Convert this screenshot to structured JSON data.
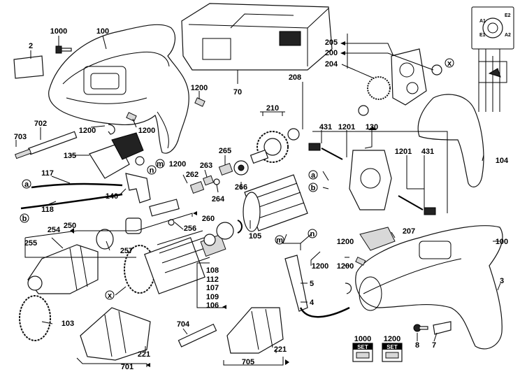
{
  "labels": {
    "n2": "2",
    "n1000": "1000",
    "n100a": "100",
    "n1200a": "1200",
    "n70": "70",
    "n205": "205",
    "n200": "200",
    "n204": "204",
    "nx1": "x",
    "n208": "208",
    "n703": "703",
    "n702": "702",
    "n1200b": "1200",
    "n1200c": "1200",
    "n210": "210",
    "n431a": "431",
    "n1201a": "1201",
    "n130": "130",
    "n135": "135",
    "nm1": "m",
    "nn1": "n",
    "n1200d": "1200",
    "n265": "265",
    "n262": "262",
    "n263": "263",
    "n266": "266",
    "n264": "264",
    "n117": "117",
    "na1": "a",
    "nb1": "b",
    "n118": "118",
    "n140": "140",
    "na2": "a",
    "nb2": "b",
    "n1201b": "1201",
    "n431b": "431",
    "n104": "104",
    "n250": "250",
    "n254": "254",
    "n255": "255",
    "n257": "257",
    "n256": "256",
    "n260": "260",
    "n105": "105",
    "n207": "207",
    "n100b": "100",
    "nm2": "m",
    "nn2": "n",
    "n1200e": "1200",
    "n1200f": "1200",
    "n1200g": "1200",
    "n108": "108",
    "n112": "112",
    "n107": "107",
    "n109": "109",
    "n106": "106",
    "nx2": "x",
    "n5": "5",
    "n4": "4",
    "n3": "3",
    "n103": "103",
    "n704": "704",
    "n221a": "221",
    "n221b": "221",
    "n701": "701",
    "n705": "705",
    "n8": "8",
    "n7": "7",
    "set1000": "1000",
    "set1200": "1200",
    "setword": "SET",
    "a1": "A1",
    "a2": "A2",
    "e1": "E1",
    "e2": "E2"
  }
}
